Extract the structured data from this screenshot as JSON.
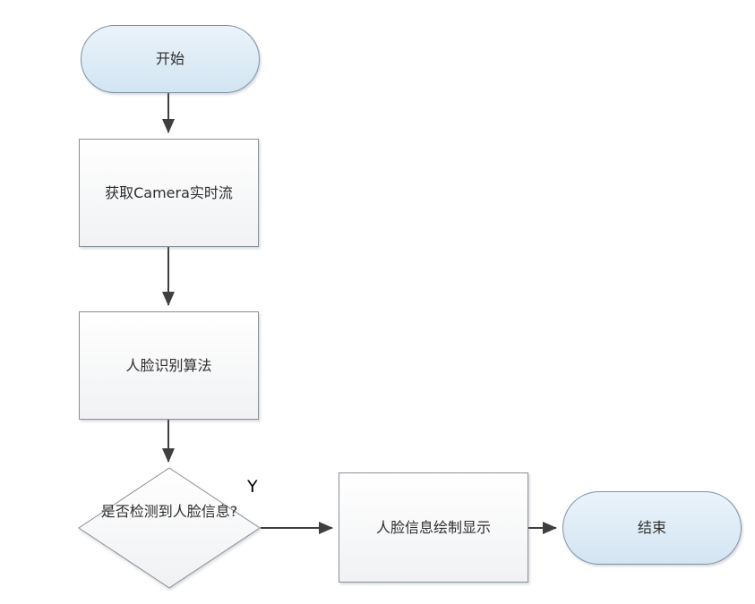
{
  "diagram": {
    "title": "face-detection-flowchart",
    "nodes": {
      "start": {
        "label": "开始",
        "type": "terminal"
      },
      "capture": {
        "label": "获取Camera实时流",
        "type": "process"
      },
      "algorithm": {
        "label": "人脸识别算法",
        "type": "process"
      },
      "decision": {
        "label": "是否检测到人脸信息?",
        "type": "decision"
      },
      "draw": {
        "label": "人脸信息绘制显示",
        "type": "process"
      },
      "end": {
        "label": "结束",
        "type": "terminal"
      }
    },
    "edges": {
      "yes_label": "Y"
    },
    "colors": {
      "terminal_fill_top": "#eaf3fa",
      "terminal_fill_bottom": "#d3e5f2",
      "process_fill_top": "#ffffff",
      "process_fill_bottom": "#f1f2f4",
      "terminal_border": "#7d92a5",
      "process_border": "#899098",
      "arrow": "#3f3f3f",
      "text": "#2e2e2e",
      "background": "#ffffff"
    }
  }
}
